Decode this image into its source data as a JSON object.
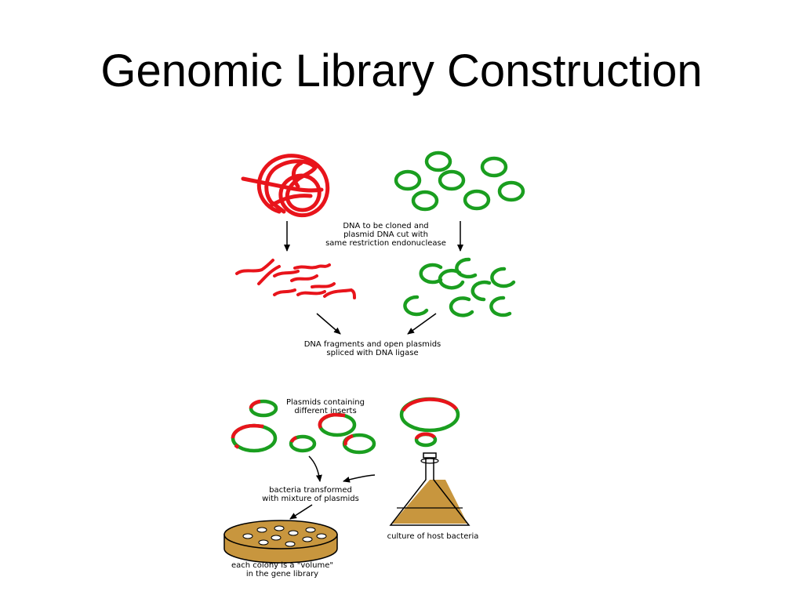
{
  "slide": {
    "title": "Genomic Library Construction"
  },
  "colors": {
    "dna": "#e8141b",
    "plasmid": "#1a9e1f",
    "broth": "#c8963e",
    "text": "#000000"
  },
  "diagram": {
    "labels": {
      "cut_step_1": "DNA to be cloned and",
      "cut_step_2": "plasmid DNA cut with",
      "cut_step_3": "same restriction endonuclease",
      "ligate_1": "DNA fragments and open plasmids",
      "ligate_2": "spliced with DNA ligase",
      "inserts_1": "Plasmids containing",
      "inserts_2": "different inserts",
      "transform_1": "bacteria transformed",
      "transform_2": "with mixture of plasmids",
      "culture": "culture of host bacteria",
      "colony_1": "each colony is a \"volume\"",
      "colony_2": "in the gene library"
    }
  }
}
